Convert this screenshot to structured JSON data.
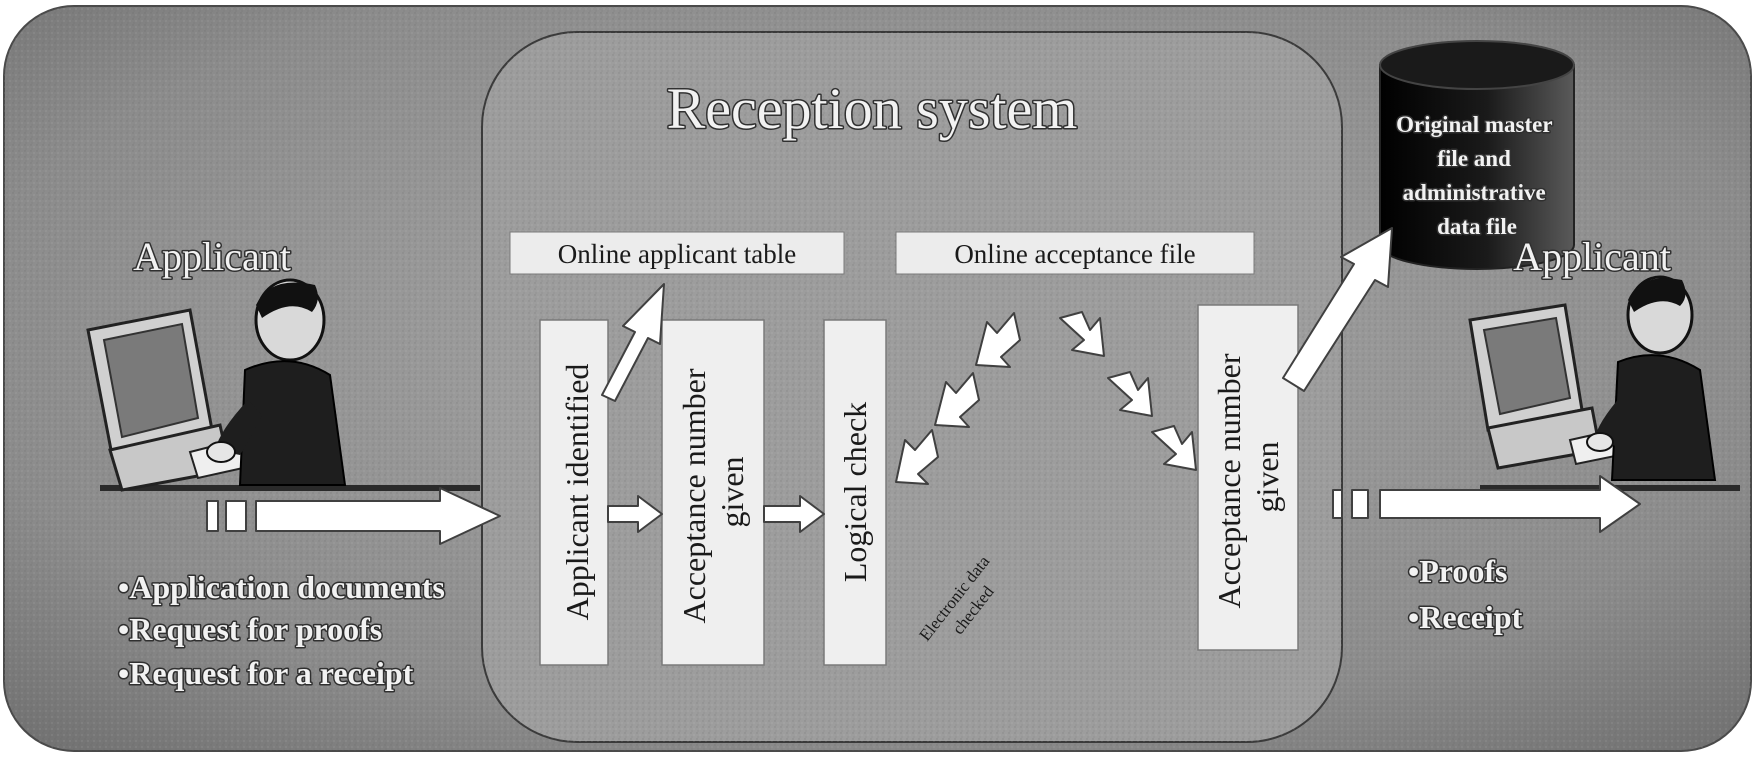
{
  "diagram": {
    "system_title": "Reception system",
    "applicant_left_label": "Applicant",
    "applicant_right_label": "Applicant",
    "left_items": [
      "•Application documents",
      "•Request for proofs",
      "•Request for a receipt"
    ],
    "right_items": [
      "•Proofs",
      "•Receipt"
    ],
    "database_lines": [
      "Original master",
      "file and",
      "administrative",
      "data file"
    ],
    "online_applicant_table": "Online applicant table",
    "online_acceptance_file": "Online acceptance file",
    "steps": [
      "Applicant identified",
      "Acceptance number given",
      "Logical check",
      "Acceptance number given"
    ],
    "step_lines": {
      "step_1": [
        "Applicant identified"
      ],
      "step_2": [
        "Acceptance number",
        "given"
      ],
      "step_3": [
        "Logical check"
      ],
      "step_4": [
        "Acceptance number",
        "given"
      ]
    },
    "electronic_data_label": [
      "Electronic data",
      "checked"
    ],
    "colors": {
      "background_outer": "#8e8e8e",
      "background_inner": "#a0a0a0",
      "box_fill": "#efefef",
      "database_fill": "#0d0d0d",
      "arrow_fill": "#ffffff"
    },
    "icons": [
      "person-at-computer-icon",
      "person-at-computer-icon"
    ]
  }
}
